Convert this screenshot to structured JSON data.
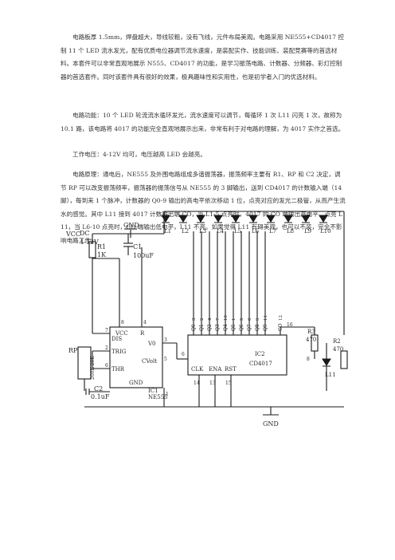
{
  "paragraphs": [
    "电路板厚 1.5mm，焊盘超大，导线较粗，没有飞线，元件布局美观。电路采用 NE555+CD4017 控制 11 个 LED 流水发光，配有优质电位器调节流水速度，是装配实作、技能训练、装配竞赛等的首选材料。本套件可以非常直观地展示 N555、CD4017 的功能，是学习振荡电路、计数器、分频器、彩灯控制器的首选套件。同时该套件具有很好的效果，极具趣味性和实用性，也是初学者入门的优选材料。",
    "电路功能：10 个 LED 轮流流水循环发光，流水速度可以调节，每循环 1 次 L11 闪亮 1 次，故称为 10.1 路，该电路将 4017 的功能完全直观地展示出来，非常有利于对电路的理解，为 4017 实作之首选。",
    "工作电压：4-12V 均可，电压越高 LED 会越亮。",
    "电路原理：通电后，NE555 及外围电路组成多谐振荡器，振荡频率主要有 R1、RP 和 C2 决定，调节 RP 可以改变振荡频率，振荡器的振荡信号从 NE555 的 3 脚输出，送到 CD4017 的计数输入端（14 脚），每到来 1 个脉冲，计数器的 Q0-9 输出的高电平依次移动 1 位，点亮对应的发光二极管，从而产生流水的感觉。其中 L11 接到 4017 计数输出端 CO，当 L1-5 点亮时，4017 的 CO 端输出高电平，点亮 L11，当 L6-10 点亮时，CO 端输出低电平，L11 不亮。如果觉得 L11 有碍美观，也可以不装，完全不影响电路工作。"
  ],
  "schematic": {
    "gnd_top": "GND",
    "dc_label": "DC",
    "voltage": "4-12V",
    "vcc": "VCC",
    "r1_name": "R1",
    "r1_value": "1K",
    "c1_name": "C1",
    "c1_value": "100uF",
    "rp_name": "RP",
    "rp_value": "200K-20K",
    "c2_name": "C2",
    "c2_value": "0.1uF",
    "ic1_pins": {
      "vcc": "VCC",
      "r": "R",
      "dis": "DIS",
      "trig": "TRIG",
      "thr": "THR",
      "gnd": "GND",
      "vo": "V0",
      "cvolt": "CVolt"
    },
    "ic1_name": "IC1",
    "ic1_part": "NE555",
    "ic1_pin_numbers": {
      "p8": "8",
      "p4": "4",
      "p7": "7",
      "p2": "2",
      "p6": "6",
      "p3": "3",
      "p5": "5",
      "p1": "1"
    },
    "led_labels": [
      "L1",
      "L2",
      "L3",
      "L4",
      "L5",
      "L6",
      "L7",
      "L8",
      "L9",
      "L10"
    ],
    "q_outputs": [
      "Q0",
      "Q1",
      "Q2",
      "Q3",
      "Q4",
      "Q5",
      "Q6",
      "Q7",
      "Q8",
      "Q9",
      "CO"
    ],
    "q_pin_numbers": [
      "3",
      "2",
      "4",
      "7",
      "10",
      "1",
      "5",
      "6",
      "9",
      "11",
      "12"
    ],
    "ic2_pins": {
      "clk": "CLK",
      "ena": "ENA",
      "rst": "RST"
    },
    "ic2_name": "IC2",
    "ic2_part": "CD4017",
    "ic2_pin_numbers": {
      "clk": "14",
      "ena": "13",
      "rst": "15",
      "vcc": "16",
      "gnd": "8"
    },
    "r3_name": "R3",
    "r3_value": "470",
    "r2_name": "R2",
    "r2_value": "470",
    "l11_label": "L11",
    "pin_6": "6",
    "gnd_bottom": "GND"
  }
}
